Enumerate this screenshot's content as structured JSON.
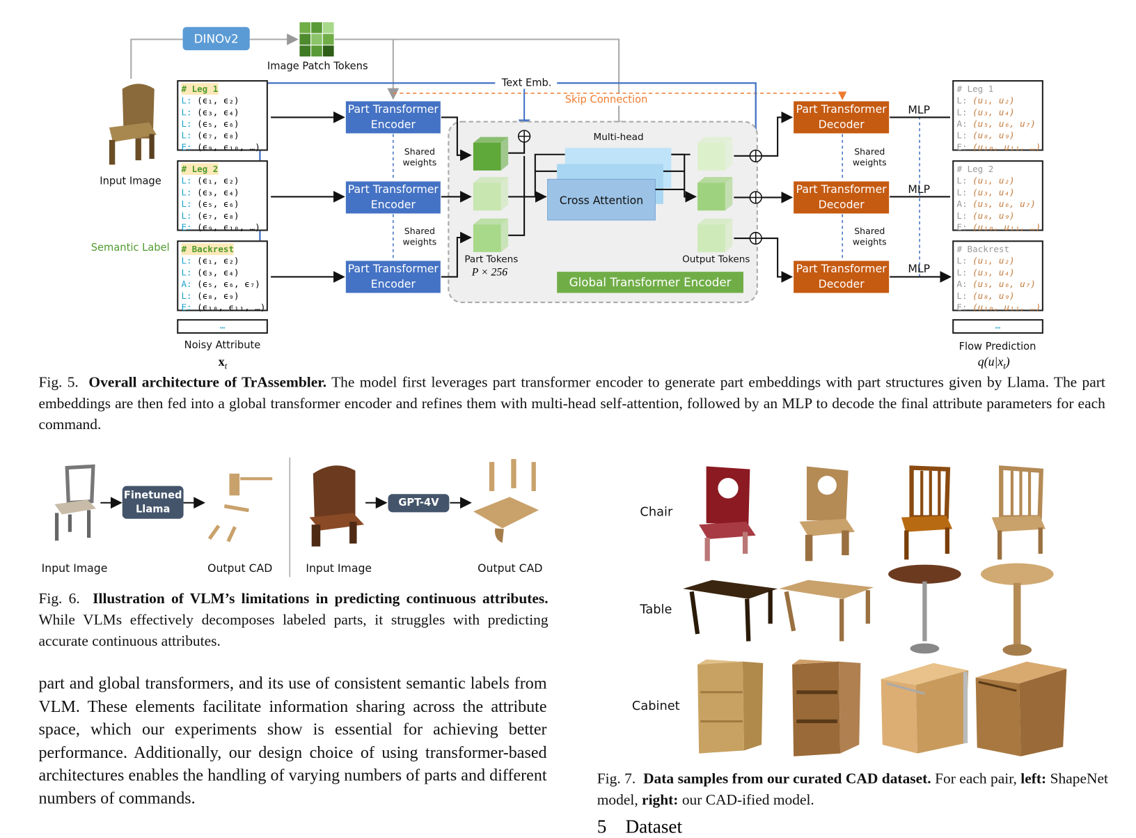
{
  "fig5": {
    "dinov2": "DINOv2",
    "image_patch_tokens": "Image Patch Tokens",
    "input_image": "Input Image",
    "semantic_label": "Semantic Label",
    "noisy_attribute": "Noisy Attribute",
    "noisy_symbol": "x",
    "noisy_sub": "t",
    "text_emb": "Text Emb.",
    "skip_connection": "Skip Connection",
    "encoder_label": [
      "Part Transformer",
      "Encoder"
    ],
    "decoder_label": [
      "Part Transformer",
      "Decoder"
    ],
    "shared_weights": [
      "Shared",
      "weights"
    ],
    "multi_head": "Multi-head",
    "cross_attention": "Cross Attention",
    "part_tokens": "Part Tokens",
    "part_tokens_dim": "P × 256",
    "output_tokens": "Output Tokens",
    "global_encoder": "Global Transformer Encoder",
    "mlp": "MLP",
    "ellipsis": "…",
    "flow_prediction": "Flow Prediction",
    "flow_formula": "q(u|x",
    "flow_formula_sub": "t",
    "flow_formula_end": ")",
    "input_tokens": [
      {
        "head": "# Leg 1",
        "lines": [
          [
            "L:",
            "(ϵ₁, ϵ₂)"
          ],
          [
            "L:",
            "(ϵ₃, ϵ₄)"
          ],
          [
            "L:",
            "(ϵ₅, ϵ₆)"
          ],
          [
            "L:",
            "(ϵ₇, ϵ₈)"
          ],
          [
            "E:",
            "(ϵ₉, ϵ₁₀, …)"
          ]
        ]
      },
      {
        "head": "# Leg 2",
        "lines": [
          [
            "L:",
            "(ϵ₁, ϵ₂)"
          ],
          [
            "L:",
            "(ϵ₃, ϵ₄)"
          ],
          [
            "L:",
            "(ϵ₅, ϵ₆)"
          ],
          [
            "L:",
            "(ϵ₇, ϵ₈)"
          ],
          [
            "E:",
            "(ϵ₉, ϵ₁₀, …)"
          ]
        ]
      },
      {
        "head": "# Backrest",
        "lines": [
          [
            "L:",
            "(ϵ₁, ϵ₂)"
          ],
          [
            "L:",
            "(ϵ₃, ϵ₄)"
          ],
          [
            "A:",
            "(ϵ₅, ϵ₆, ϵ₇)"
          ],
          [
            "L:",
            "(ϵ₈, ϵ₉)"
          ],
          [
            "E:",
            "(ϵ₁₀, ϵ₁₁, …)"
          ]
        ]
      }
    ],
    "output_tokens_list": [
      {
        "head": "# Leg 1",
        "lines": [
          [
            "L:",
            "(u₁, u₂)"
          ],
          [
            "L:",
            "(u₃, u₄)"
          ],
          [
            "A:",
            "(u₅, u₆, u₇)"
          ],
          [
            "L:",
            "(u₈, u₉)"
          ],
          [
            "E:",
            "(u₁₀, u₁₁, …)"
          ]
        ]
      },
      {
        "head": "# Leg 2",
        "lines": [
          [
            "L:",
            "(u₁, u₂)"
          ],
          [
            "L:",
            "(u₃, u₄)"
          ],
          [
            "A:",
            "(u₅, u₆, u₇)"
          ],
          [
            "L:",
            "(u₈, u₉)"
          ],
          [
            "E:",
            "(u₁₀, u₁₁, …)"
          ]
        ]
      },
      {
        "head": "# Backrest",
        "lines": [
          [
            "L:",
            "(u₁, u₂)"
          ],
          [
            "L:",
            "(u₃, u₄)"
          ],
          [
            "A:",
            "(u₅, u₆, u₇)"
          ],
          [
            "L:",
            "(u₈, u₉)"
          ],
          [
            "E:",
            "(u₁₀, u₁₁, …)"
          ]
        ]
      }
    ],
    "caption_prefix": "Fig. 5.",
    "caption_bold": "Overall architecture of TrAssembler.",
    "caption_text": " The model first leverages part transformer encoder to generate part embeddings with part structures given by Llama. The part embeddings are then fed into a global transformer encoder and refines them with multi-head self-attention, followed by an MLP to decode the final attribute parameters for each command.",
    "colors": {
      "encoder": "#4472c4",
      "decoder": "#c55a11",
      "global": "#70ad47",
      "dinov2": "#5b9bd5",
      "text_emb_line": "#4472c4",
      "skip_line": "#ed7d31"
    }
  },
  "fig6": {
    "llama_box": [
      "Finetuned",
      "Llama"
    ],
    "gpt_box": "GPT-4V",
    "input_image": "Input Image",
    "output_cad": "Output CAD",
    "caption_prefix": "Fig. 6.",
    "caption_bold": "Illustration of VLM’s limitations in predicting continuous attributes.",
    "caption_text": " While VLMs effectively decomposes labeled parts, it struggles with predicting accurate continuous attributes."
  },
  "body_text": "part and global transformers, and its use of consistent semantic labels from VLM. These elements facilitate information sharing across the attribute space, which our experiments show is essential for achieving better performance. Additionally, our design choice of using transformer-based architectures enables the handling of varying numbers of parts and different numbers of commands.",
  "fig7": {
    "rows": [
      "Chair",
      "Table",
      "Cabinet"
    ],
    "caption_prefix": "Fig. 7.",
    "caption_bold": "Data samples from our curated CAD dataset.",
    "caption_text1": " For each pair, ",
    "caption_left": "left:",
    "caption_text2": " ShapeNet model, ",
    "caption_right": "right:",
    "caption_text3": " our CAD-ified model."
  },
  "section_heading": "5    Dataset"
}
